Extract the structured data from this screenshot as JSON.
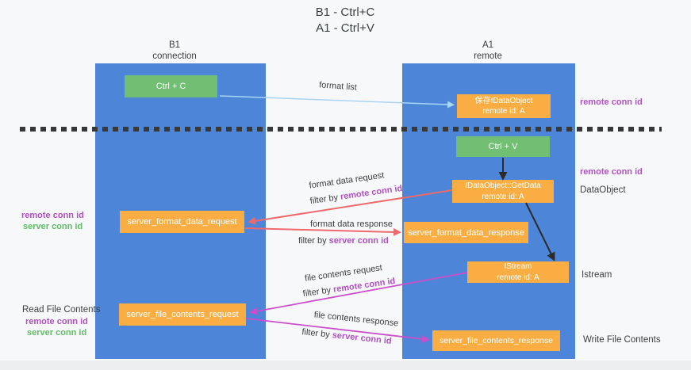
{
  "title": {
    "line1": "B1 - Ctrl+C",
    "line2": "A1 - Ctrl+V"
  },
  "lanes": {
    "left": {
      "name": "B1",
      "role": "connection"
    },
    "right": {
      "name": "A1",
      "role": "remote"
    }
  },
  "boxes": {
    "ctrl_c": {
      "label": "Ctrl + C"
    },
    "save_idataobject": {
      "line1": "保存IDataObject",
      "line2": "remote id: A"
    },
    "ctrl_v": {
      "label": "Ctrl + V"
    },
    "getdata": {
      "line1": "IDataObject::GetData",
      "line2": "remote id: A"
    },
    "server_format_data_request": {
      "label": "server_format_data_request"
    },
    "server_format_data_response": {
      "label": "server_format_data_response"
    },
    "istream": {
      "line1": "IStream",
      "line2": "remote id: A"
    },
    "server_file_contents_request": {
      "label": "server_file_contents_request"
    },
    "server_file_contents_response": {
      "label": "server_file_contents_response"
    }
  },
  "arrow_labels": {
    "format_list": "format list",
    "format_data_request": "format data request",
    "format_data_response": "format data response",
    "file_contents_request": "file contents request",
    "file_contents_response": "file contents response",
    "filter_by": "filter by ",
    "remote_conn_id": "remote conn id",
    "server_conn_id": "server conn id"
  },
  "side_labels": {
    "left": {
      "remote_conn_id": "remote conn id",
      "server_conn_id": "server conn id",
      "read_file_contents": "Read File Contents",
      "remote_conn_id_bottom": "remote conn id",
      "server_conn_id_bottom": "server conn id"
    },
    "right": {
      "remote_conn_id_top": "remote conn id",
      "remote_conn_id_mid": "remote conn id",
      "dataobject": "DataObject",
      "istream": "Istream",
      "write_file_contents": "Write File Contents"
    }
  },
  "colors": {
    "lane_blue": "#4d86d8",
    "box_orange": "#f9ad42",
    "box_green": "#70bf72",
    "arrow_red": "#ed6a6c",
    "arrow_magenta": "#cb4ecb",
    "arrow_light_blue": "#a9d5f5",
    "arrow_black": "#2b2b2b",
    "text_purple": "#b14fc5",
    "text_green": "#5fbc66"
  }
}
